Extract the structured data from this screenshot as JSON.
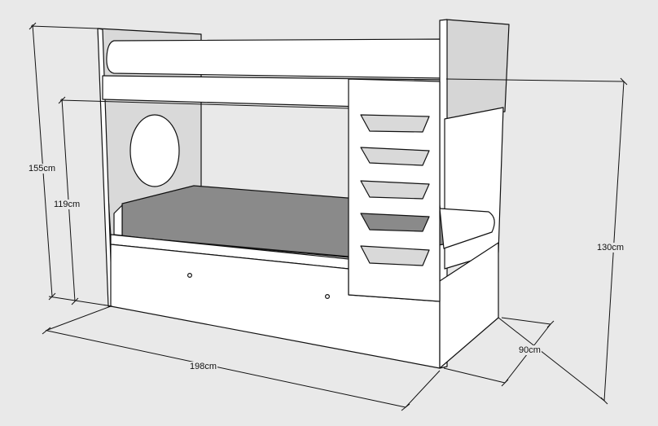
{
  "dimensions": {
    "overall_height": "155cm",
    "upper_bunk_height": "119cm",
    "right_height": "130cm",
    "length": "198cm",
    "width": "90cm"
  },
  "colors": {
    "background": "#e9e9e9",
    "panel_light": "#ffffff",
    "panel_grey": "#d6d6d6",
    "mattress_dark": "#8a8a8a",
    "outline": "#111111"
  }
}
